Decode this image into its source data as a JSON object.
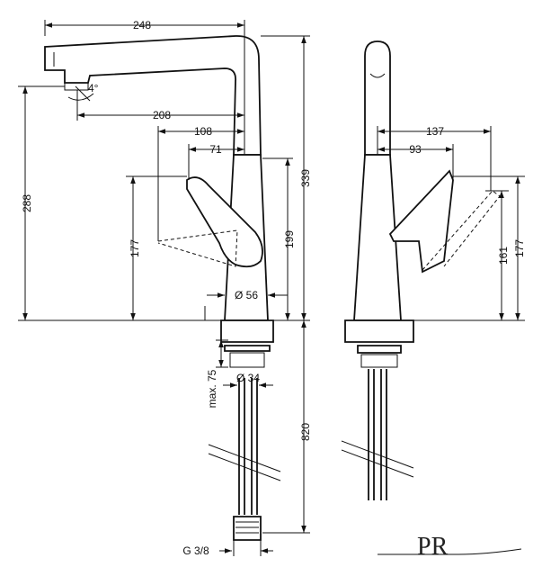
{
  "dimensions": {
    "front": {
      "spout_reach": "248",
      "spout_angle": "4°",
      "reach_208": "208",
      "reach_108": "108",
      "reach_71": "71",
      "height_288": "288",
      "height_339": "339",
      "height_199": "199",
      "lever_177": "177",
      "base_diameter": "Ø 56",
      "max_thickness": "max. 75",
      "hole_diameter": "Ø 34",
      "hose_length": "820",
      "connection": "G 3/8"
    },
    "side": {
      "lever_137": "137",
      "lever_93": "93",
      "height_161": "161",
      "height_177": "177"
    }
  },
  "logo": "PR"
}
